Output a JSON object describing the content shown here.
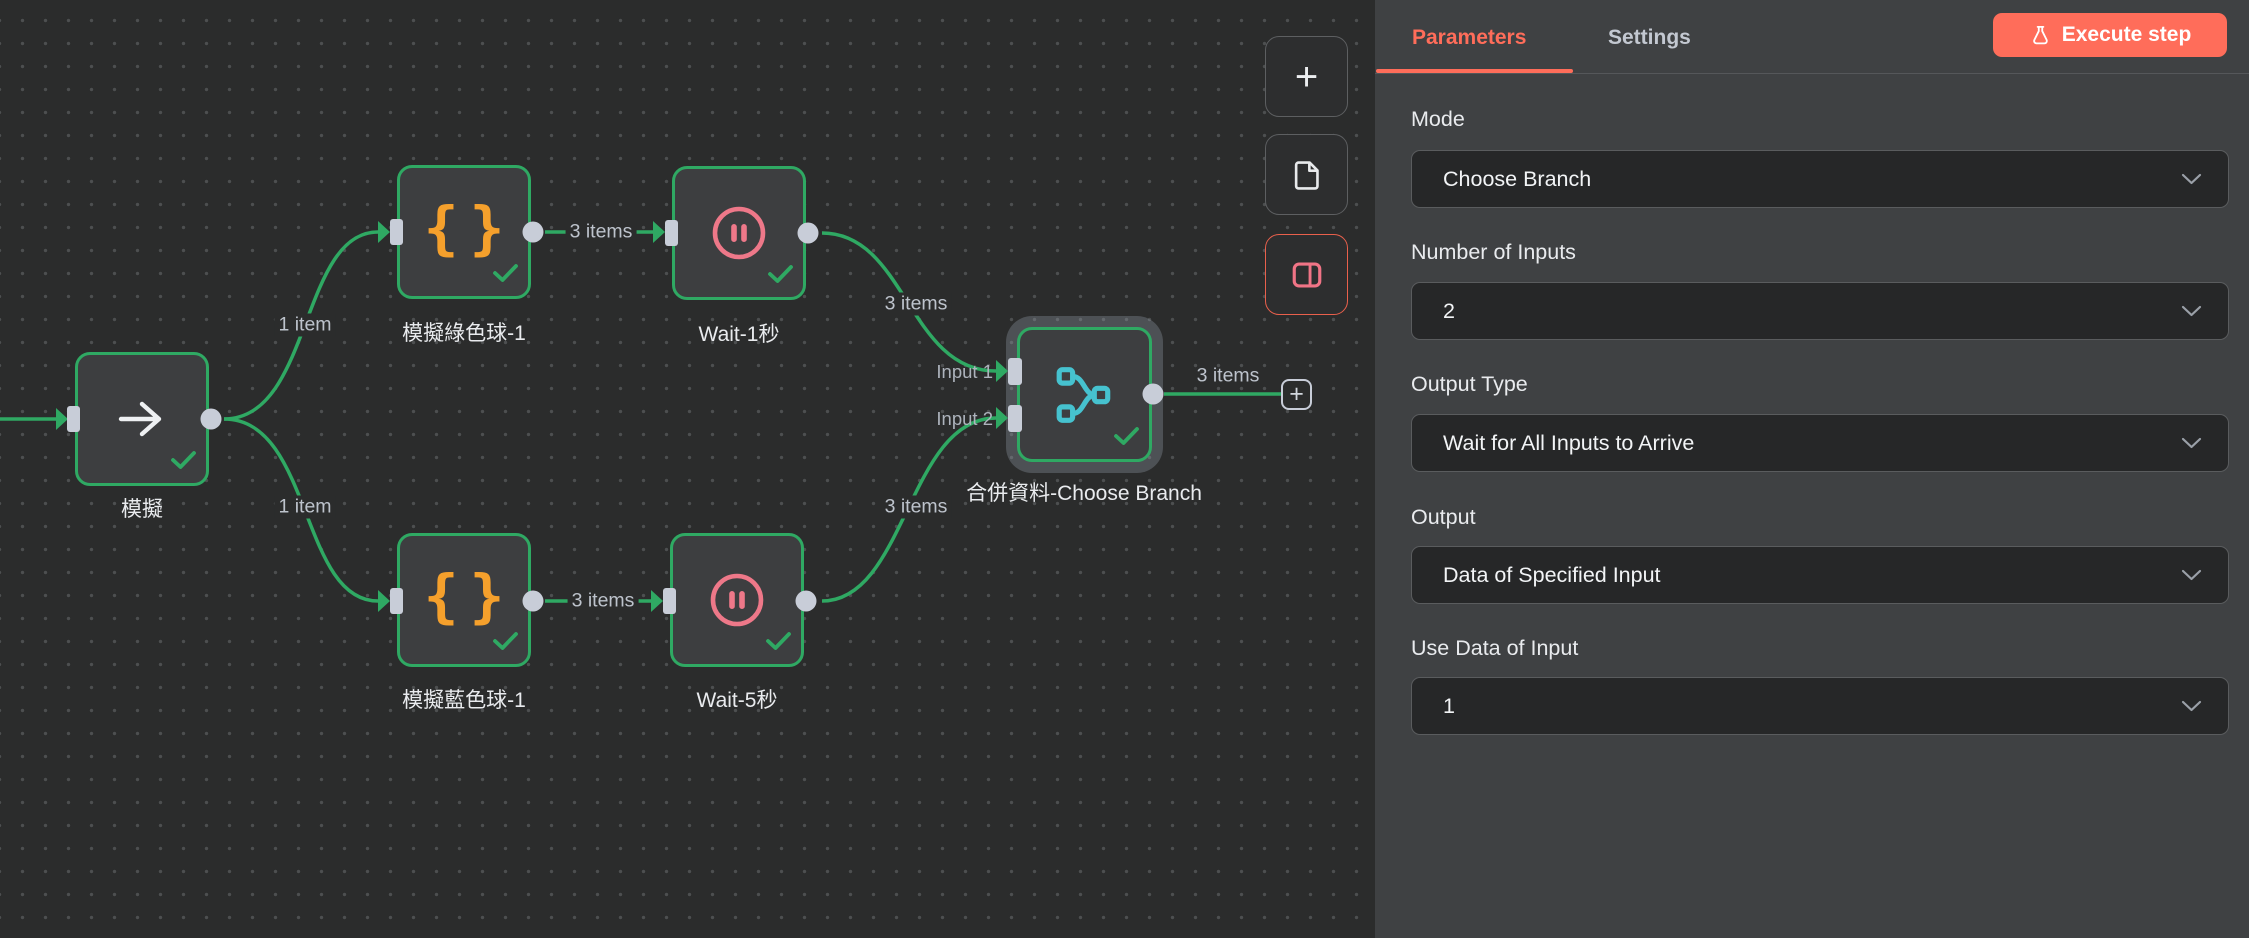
{
  "canvas": {
    "nodes": {
      "trigger": {
        "label": "模擬"
      },
      "green_ball": {
        "label": "模擬綠色球-1"
      },
      "wait1": {
        "label": "Wait-1秒"
      },
      "blue_ball": {
        "label": "模擬藍色球-1"
      },
      "wait5": {
        "label": "Wait-5秒"
      },
      "merge": {
        "label": "合併資料-Choose Branch",
        "input1": "Input 1",
        "input2": "Input 2"
      }
    },
    "edge_labels": {
      "trigger_to_green": "1 item",
      "trigger_to_blue": "1 item",
      "green_to_wait1": "3 items",
      "wait1_to_merge": "3 items",
      "blue_to_wait5": "3 items",
      "wait5_to_merge": "3 items",
      "merge_output": "3 items"
    },
    "toolbar": {
      "add_label": "+"
    }
  },
  "panel": {
    "tabs": {
      "parameters": "Parameters",
      "settings": "Settings"
    },
    "execute_button": "Execute step",
    "fields": {
      "mode": {
        "label": "Mode",
        "value": "Choose Branch"
      },
      "number_of_inputs": {
        "label": "Number of Inputs",
        "value": "2"
      },
      "output_type": {
        "label": "Output Type",
        "value": "Wait for All Inputs to Arrive"
      },
      "output": {
        "label": "Output",
        "value": "Data of Specified Input"
      },
      "use_data_of_input": {
        "label": "Use Data of Input",
        "value": "1"
      }
    }
  },
  "colors": {
    "accent": "#ff6d5a",
    "edge_green": "#2fa963",
    "port_gray": "#c8cdd8",
    "pause_pink": "#ee7889",
    "braces_orange": "#f5a02c",
    "branch_teal": "#46c2cf",
    "canvas_bg": "#2b2c2c",
    "panel_bg": "#3f4143"
  }
}
